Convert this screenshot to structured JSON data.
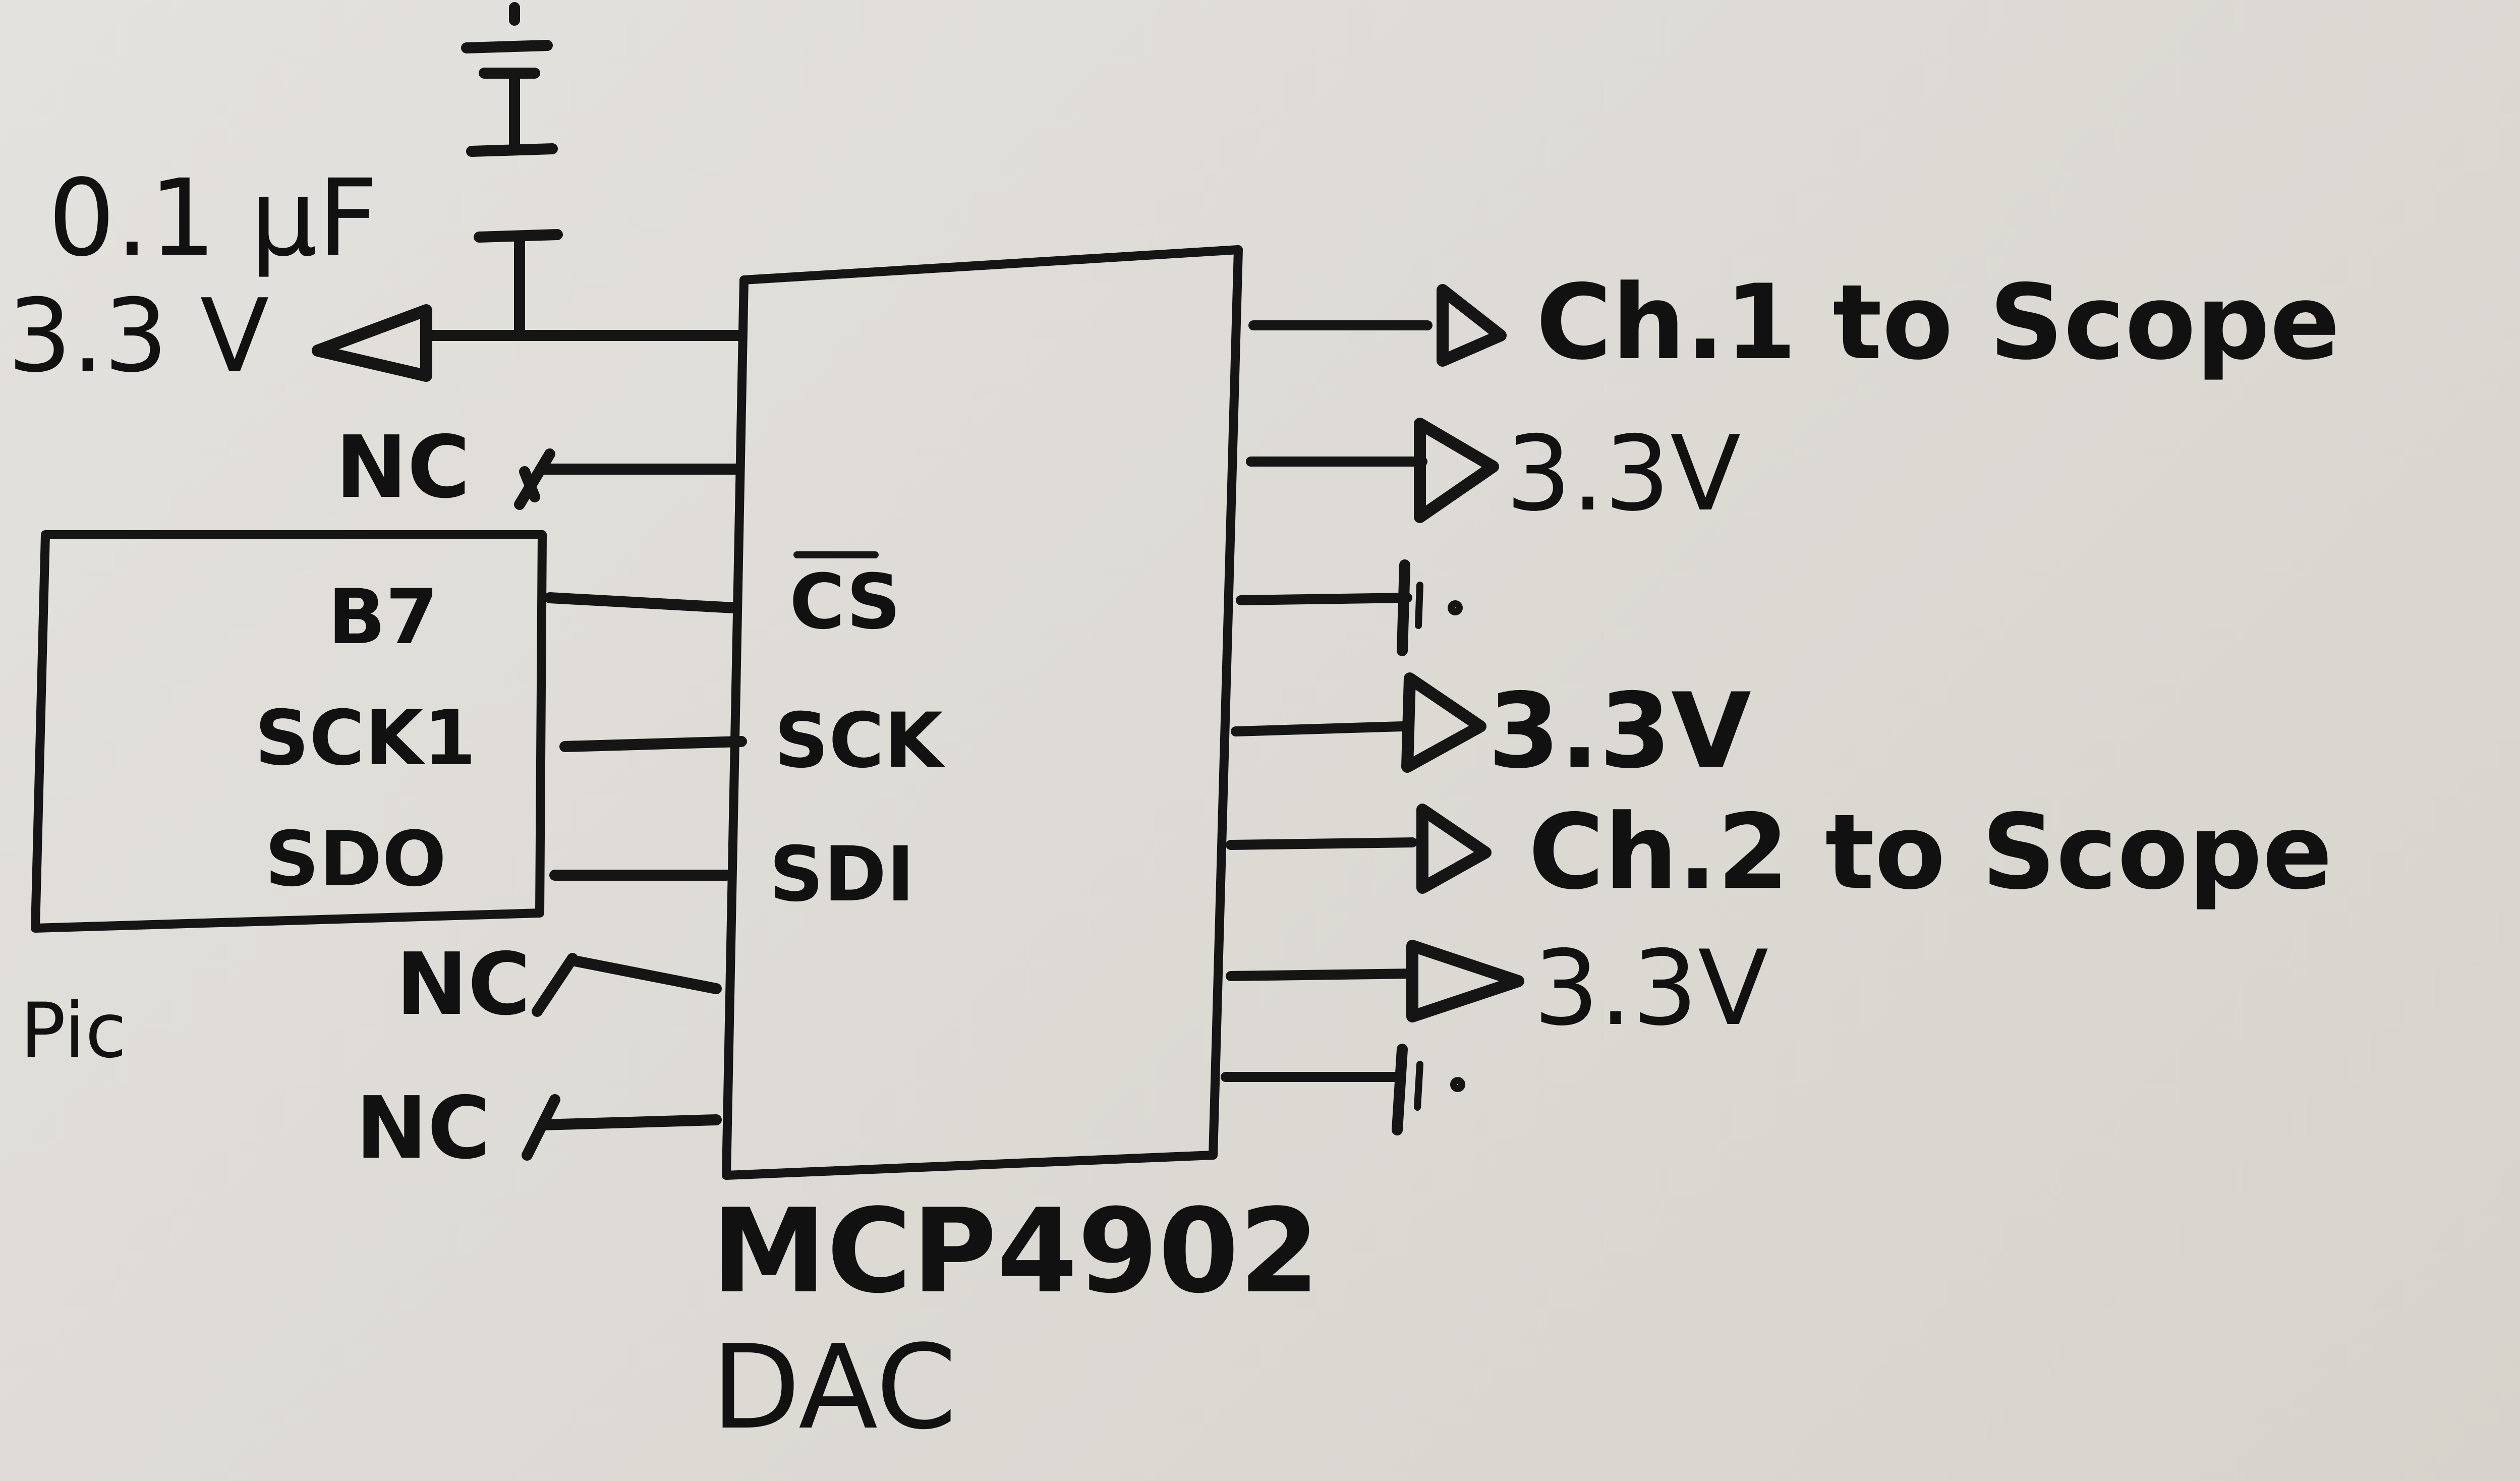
{
  "capacitor_label": "0.1 μF",
  "supply_label": "3.3 V",
  "nc_label": "NC",
  "chip": {
    "part": "MCP4902",
    "type": "DAC",
    "pin_cs": "CS",
    "pin_sck": "SCK",
    "pin_sdi": "SDI"
  },
  "pic": {
    "name": "Pic",
    "pin_b7": "B7",
    "pin_sck1": "SCK1",
    "pin_sdo": "SDO"
  },
  "outputs": {
    "ch1": "Ch.1 to Scope",
    "ch2": "Ch.2 to Scope",
    "vref": "3.3V"
  },
  "colors": {
    "ink": "#151515",
    "board": "#dedbd6"
  }
}
